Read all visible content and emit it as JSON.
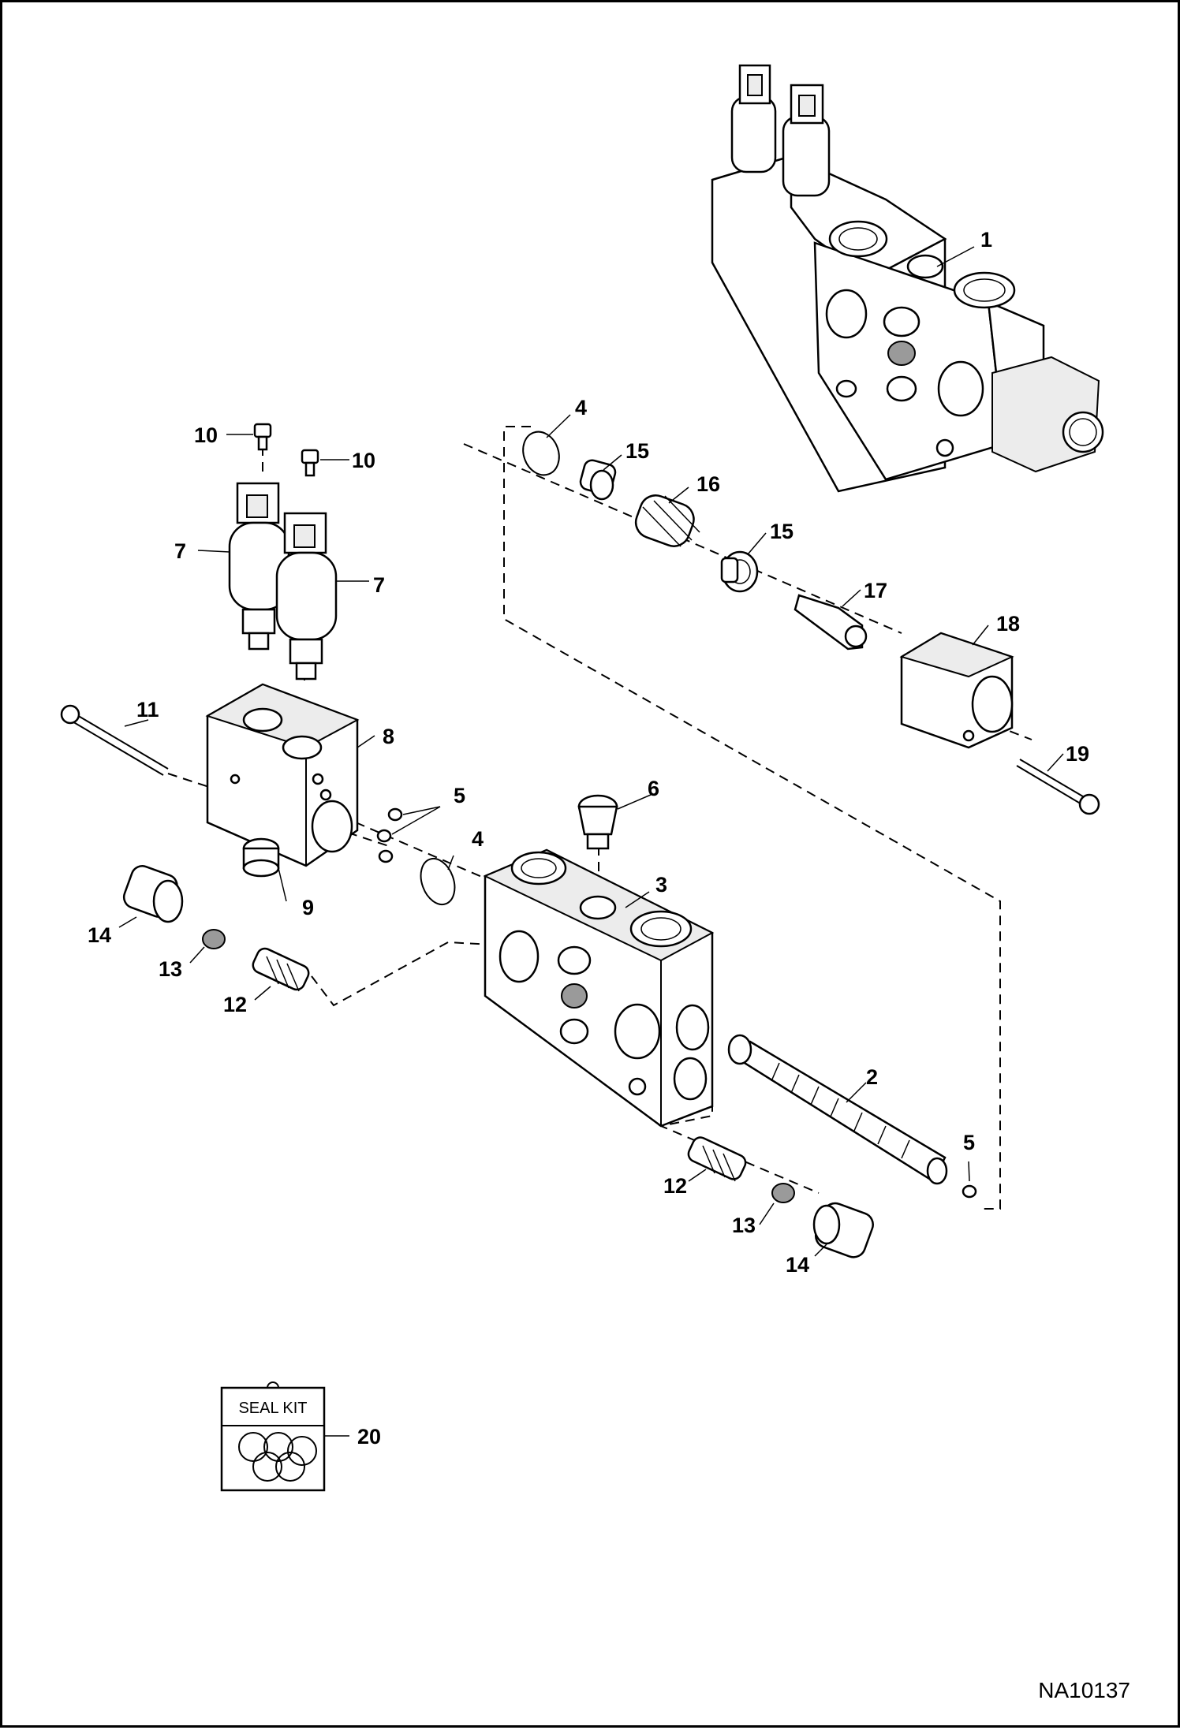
{
  "diagram": {
    "reference_code": "NA10137",
    "seal_kit_text": "SEAL KIT",
    "callouts": [
      {
        "id": "c1",
        "text": "1"
      },
      {
        "id": "c2",
        "text": "2"
      },
      {
        "id": "c3",
        "text": "3"
      },
      {
        "id": "c4a",
        "text": "4"
      },
      {
        "id": "c4b",
        "text": "4"
      },
      {
        "id": "c5a",
        "text": "5"
      },
      {
        "id": "c5b",
        "text": "5"
      },
      {
        "id": "c6",
        "text": "6"
      },
      {
        "id": "c7a",
        "text": "7"
      },
      {
        "id": "c7b",
        "text": "7"
      },
      {
        "id": "c8",
        "text": "8"
      },
      {
        "id": "c9",
        "text": "9"
      },
      {
        "id": "c10a",
        "text": "10"
      },
      {
        "id": "c10b",
        "text": "10"
      },
      {
        "id": "c11",
        "text": "11"
      },
      {
        "id": "c12a",
        "text": "12"
      },
      {
        "id": "c12b",
        "text": "12"
      },
      {
        "id": "c13a",
        "text": "13"
      },
      {
        "id": "c13b",
        "text": "13"
      },
      {
        "id": "c14a",
        "text": "14"
      },
      {
        "id": "c14b",
        "text": "14"
      },
      {
        "id": "c15a",
        "text": "15"
      },
      {
        "id": "c15b",
        "text": "15"
      },
      {
        "id": "c16",
        "text": "16"
      },
      {
        "id": "c17",
        "text": "17"
      },
      {
        "id": "c18",
        "text": "18"
      },
      {
        "id": "c19",
        "text": "19"
      },
      {
        "id": "c20",
        "text": "20"
      }
    ]
  }
}
